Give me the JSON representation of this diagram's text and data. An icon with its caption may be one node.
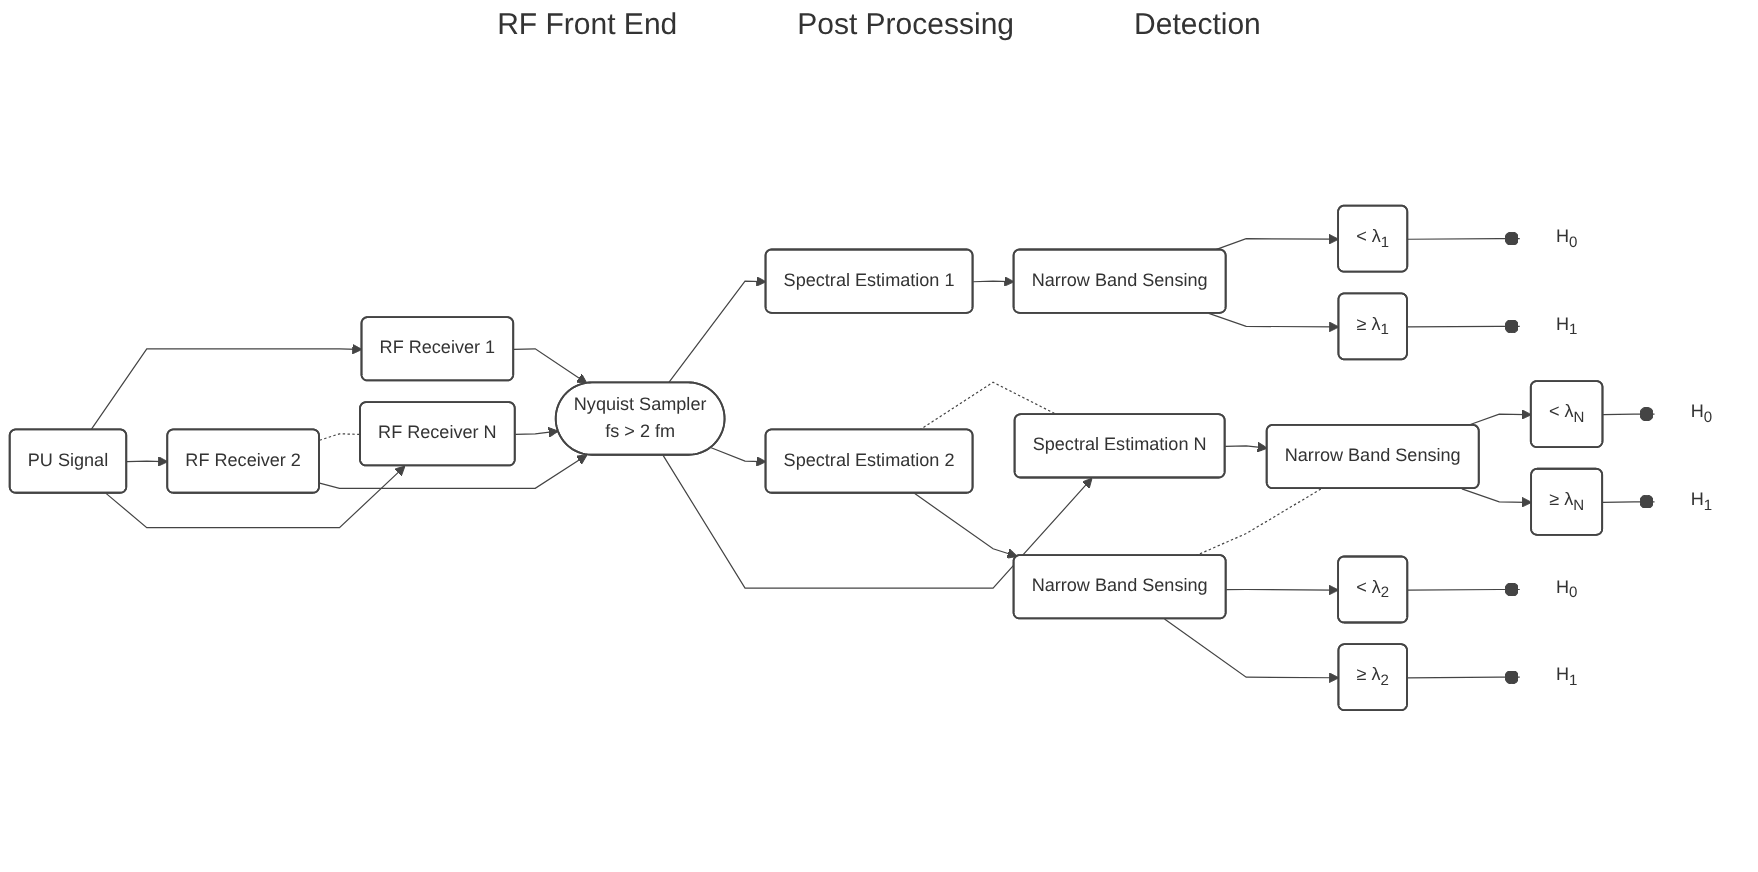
{
  "diagram": {
    "nodes": [
      {
        "text": [
          "PU Signal"
        ]
      },
      {
        "text": [
          "RF Receiver 1"
        ]
      },
      {
        "text": [
          "RF Receiver 2"
        ]
      },
      {
        "text": [
          "RF Receiver N"
        ]
      },
      {
        "text": [
          "Nyquist Sampler",
          "fs > 2 fm"
        ]
      },
      {
        "text": [
          "Spectral Estimation 1"
        ]
      },
      {
        "text": [
          "Spectral Estimation 2"
        ]
      },
      {
        "text": [
          "Spectral Estimation N"
        ]
      },
      {
        "text": [
          "Narrow Band Sensing"
        ]
      },
      {
        "text": [
          "Narrow Band Sensing"
        ]
      },
      {
        "text": [
          "Narrow Band Sensing"
        ]
      },
      {
        "text": [
          "< λ$_{1}$"
        ]
      },
      {
        "text": [
          "≥ λ$_{1}$"
        ]
      },
      {
        "text": [
          "< λ$_{2}$"
        ]
      },
      {
        "text": [
          "≥ λ$_{2}$"
        ]
      },
      {
        "text": [
          "< λ$_{N}$"
        ]
      },
      {
        "text": [
          "≥ λ$_{N}$"
        ]
      },
      {
        "text": [
          "H$_{0}$"
        ]
      },
      {
        "text": [
          "H$_{1}$"
        ]
      },
      {
        "text": [
          "H$_{0}$"
        ]
      },
      {
        "text": [
          "H$_{1}$"
        ]
      },
      {
        "text": [
          "H$_{0}$"
        ]
      },
      {
        "text": [
          "H$_{1}$"
        ]
      }
    ],
    "edges": [
      {
        "from": 0,
        "to": 1,
        "arrow": "to"
      },
      {
        "from": 0,
        "to": 2,
        "arrow": "to"
      },
      {
        "from": 0,
        "to": 3,
        "arrow": "to"
      },
      {
        "from": 2,
        "to": 3,
        "arrow": "none",
        "style": "dashed"
      },
      {
        "from": 1,
        "to": 4,
        "arrow": "to"
      },
      {
        "from": 2,
        "to": 4,
        "arrow": "to"
      },
      {
        "from": 3,
        "to": 4,
        "arrow": "to"
      },
      {
        "from": 4,
        "to": 5,
        "arrow": "to"
      },
      {
        "from": 4,
        "to": 6,
        "arrow": "to"
      },
      {
        "from": 4,
        "to": 7,
        "arrow": "to"
      },
      {
        "from": 6,
        "to": 7,
        "arrow": "none",
        "style": "dashed"
      },
      {
        "from": 5,
        "to": 8,
        "arrow": "to"
      },
      {
        "from": 6,
        "to": 9,
        "arrow": "to"
      },
      {
        "from": 7,
        "to": 10,
        "arrow": "to"
      },
      {
        "from": 9,
        "to": 10,
        "arrow": "none",
        "style": "dashed"
      },
      {
        "from": 8,
        "to": 11,
        "arrow": "to"
      },
      {
        "from": 8,
        "to": 12,
        "arrow": "to"
      },
      {
        "from": 9,
        "to": 13,
        "arrow": "to"
      },
      {
        "from": 9,
        "to": 14,
        "arrow": "to"
      },
      {
        "from": 10,
        "to": 15,
        "arrow": "to"
      },
      {
        "from": 10,
        "to": 16,
        "arrow": "to"
      },
      {
        "from": 11,
        "to": 17,
        "arrow": "other"
      },
      {
        "from": 12,
        "to": 18,
        "arrow": "other"
      },
      {
        "from": 13,
        "to": 19,
        "arrow": "other"
      },
      {
        "from": 14,
        "to": 20,
        "arrow": "other"
      },
      {
        "from": 15,
        "to": 21,
        "arrow": "other"
      },
      {
        "from": 16,
        "to": 22,
        "arrow": "other"
      }
    ],
    "labels": [
      "RF Front End",
      "Post Processing",
      "Detection"
    ]
  }
}
